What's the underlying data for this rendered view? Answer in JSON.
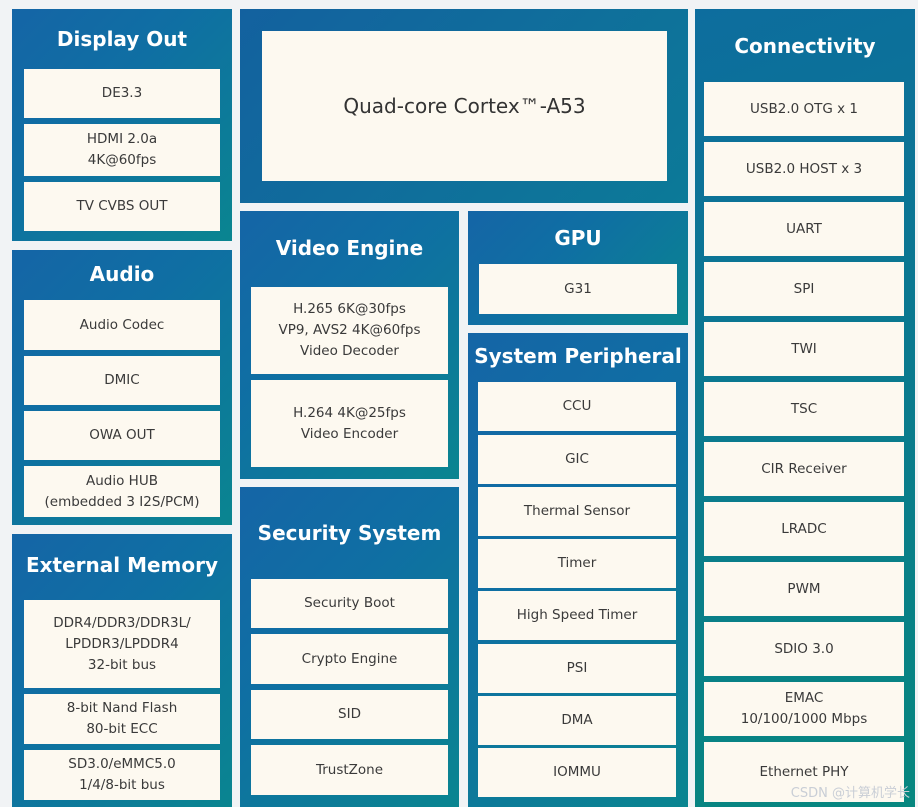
{
  "display_out": {
    "title": "Display Out",
    "items": [
      "DE3.3",
      "HDMI 2.0a\n4K@60fps",
      "TV CVBS OUT"
    ]
  },
  "audio": {
    "title": "Audio",
    "items": [
      "Audio Codec",
      "DMIC",
      "OWA OUT",
      "Audio HUB\n(embedded 3 I2S/PCM)"
    ]
  },
  "external_memory": {
    "title": "External Memory",
    "items": [
      "DDR4/DDR3/DDR3L/\nLPDDR3/LPDDR4\n32-bit bus",
      "8-bit Nand Flash\n80-bit ECC",
      "SD3.0/eMMC5.0\n1/4/8-bit bus"
    ]
  },
  "cpu": {
    "label": "Quad-core Cortex™-A53"
  },
  "video_engine": {
    "title": "Video Engine",
    "items": [
      "H.265 6K@30fps\nVP9, AVS2 4K@60fps\nVideo Decoder",
      "H.264 4K@25fps\nVideo Encoder"
    ]
  },
  "gpu": {
    "title": "GPU",
    "items": [
      "G31"
    ]
  },
  "security_system": {
    "title": "Security System",
    "items": [
      "Security Boot",
      "Crypto Engine",
      "SID",
      "TrustZone"
    ]
  },
  "system_peripheral": {
    "title": "System Peripheral",
    "items": [
      "CCU",
      "GIC",
      "Thermal Sensor",
      "Timer",
      "High Speed Timer",
      "PSI",
      "DMA",
      "IOMMU"
    ]
  },
  "connectivity": {
    "title": "Connectivity",
    "items": [
      "USB2.0 OTG x 1",
      "USB2.0 HOST x 3",
      "UART",
      "SPI",
      "TWI",
      "TSC",
      "CIR Receiver",
      "LRADC",
      "PWM",
      "SDIO 3.0",
      "EMAC\n10/100/1000 Mbps",
      "Ethernet PHY"
    ]
  },
  "watermark": "CSDN @计算机学长"
}
